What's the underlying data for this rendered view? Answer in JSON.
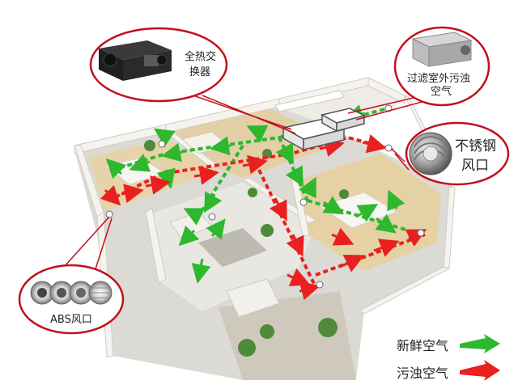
{
  "callouts": {
    "heat_exchanger": "全热交换器",
    "heat_exchanger_line1": "全热交",
    "heat_exchanger_line2": "换器",
    "filter": "过滤室外污浊空气",
    "filter_line1": "过滤室外污浊",
    "filter_line2": "空气",
    "stainless_vent": "不锈钢风口",
    "stainless_line1": "不锈钢",
    "stainless_line2": "风口",
    "abs_vent": "ABS风口"
  },
  "legend": {
    "fresh_air": "新鲜空气",
    "dirty_air": "污浊空气"
  },
  "colors": {
    "fresh": "#2eb82e",
    "dirty": "#e82020",
    "callout_ring": "#c0101a",
    "wall": "#f3f1ec",
    "floor_wood": "#e3cfa6",
    "floor_tile": "#e9e7e2"
  }
}
